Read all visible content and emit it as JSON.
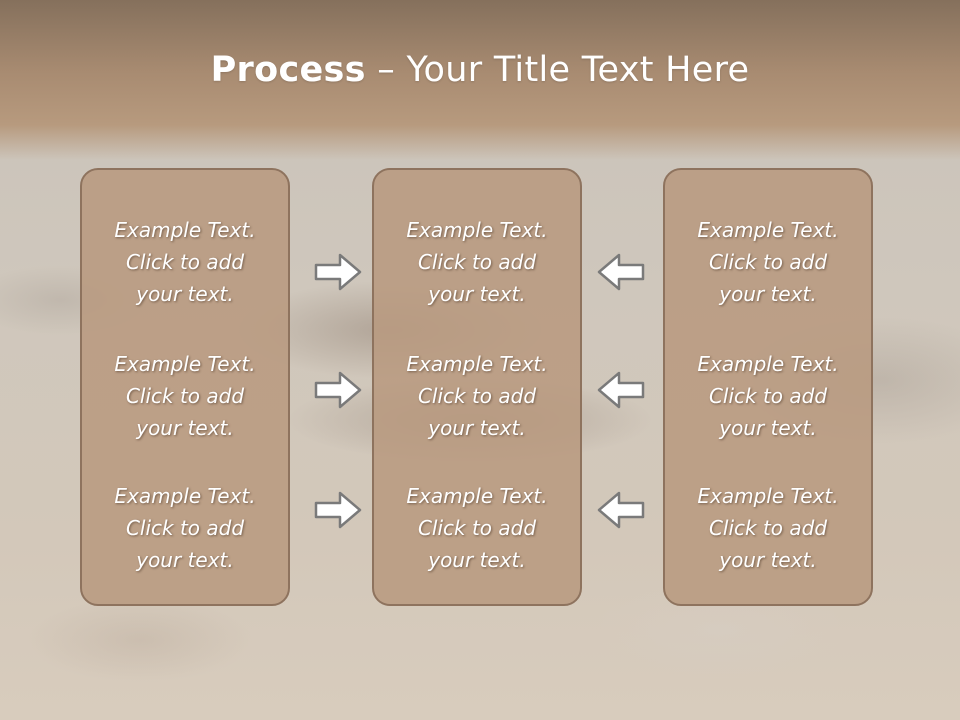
{
  "title": {
    "bold": "Process",
    "rest": " – Your Title Text Here"
  },
  "columns": [
    {
      "items": [
        {
          "line1": "Example Text.",
          "line2": "Click  to add",
          "line3": "your text."
        },
        {
          "line1": "Example Text.",
          "line2": "Click  to add",
          "line3": "your text."
        },
        {
          "line1": "Example Text.",
          "line2": "Click  to add",
          "line3": "your text."
        }
      ]
    },
    {
      "items": [
        {
          "line1": "Example Text.",
          "line2": "Click  to add",
          "line3": "your text."
        },
        {
          "line1": "Example Text.",
          "line2": "Click  to add",
          "line3": "your text."
        },
        {
          "line1": "Example Text.",
          "line2": "Click  to add",
          "line3": "your text."
        }
      ]
    },
    {
      "items": [
        {
          "line1": "Example Text.",
          "line2": "Click  to add",
          "line3": "your text."
        },
        {
          "line1": "Example Text.",
          "line2": "Click  to add",
          "line3": "your text."
        },
        {
          "line1": "Example Text.",
          "line2": "Click  to add",
          "line3": "your text."
        }
      ]
    }
  ],
  "arrows": {
    "left_group": "right-arrow-icon",
    "right_group": "left-arrow-icon"
  },
  "colors": {
    "box_fill": "#b89a80",
    "box_border": "#8e735e",
    "header": "#a88b71",
    "text": "#ffffff"
  }
}
